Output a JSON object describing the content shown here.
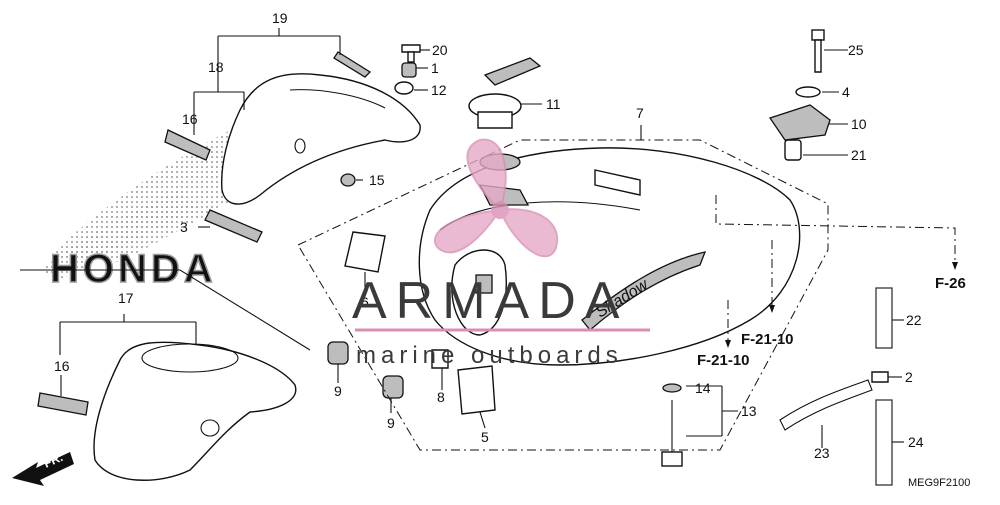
{
  "callouts": {
    "c1": "1",
    "c2": "2",
    "c3": "3",
    "c4": "4",
    "c5": "5",
    "c6": "6",
    "c7": "7",
    "c8": "8",
    "c9a": "9",
    "c9b": "9",
    "c10": "10",
    "c11": "11",
    "c12": "12",
    "c13": "13",
    "c14": "14",
    "c15": "15",
    "c16a": "16",
    "c16b": "16",
    "c17": "17",
    "c18": "18",
    "c19": "19",
    "c20": "20",
    "c21": "21",
    "c22": "22",
    "c23": "23",
    "c24": "24",
    "c25": "25"
  },
  "refs": {
    "f26": "F-26",
    "f2110a": "F-21-10",
    "f2110b": "F-21-10"
  },
  "diagram_code": "MEG9F2100",
  "front_arrow": "FR.",
  "watermark": {
    "brand": "ARMADA",
    "tagline": "marine outboards",
    "background_logo": "HONDA",
    "tank_emblem": "Shadow"
  },
  "colors": {
    "line": "#111111",
    "watermark_accent": "#d98fb5",
    "dot_pattern": "#9a9a9a"
  }
}
